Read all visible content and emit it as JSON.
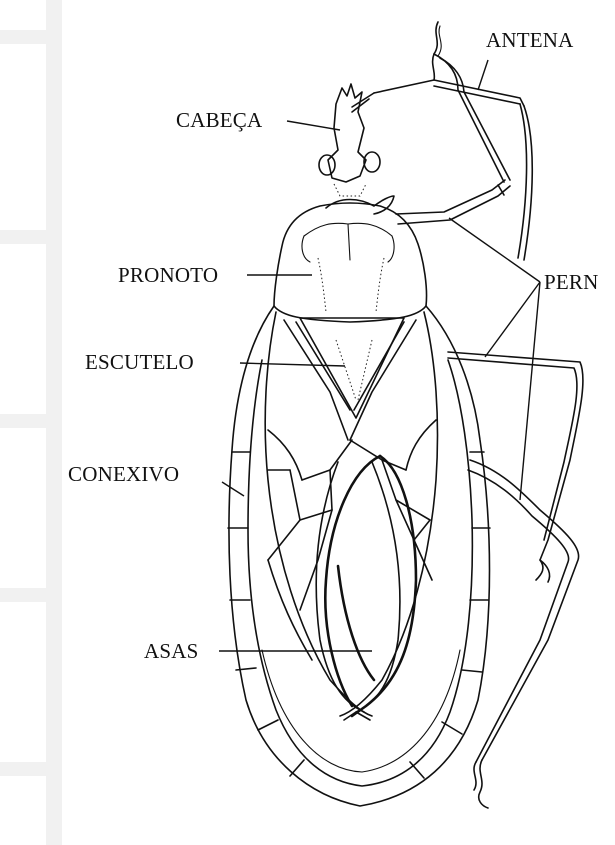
{
  "figure": {
    "labels": {
      "antena": "ANTENA",
      "cabeca": "CABEÇA",
      "pronoto": "PRONOTO",
      "pernas": "PERN",
      "escutelo": "ESCUTELO",
      "conexivo": "CONEXIVO",
      "asas": "ASAS"
    }
  },
  "colors": {
    "ink": "#111111",
    "paper": "#ffffff",
    "margin_grid": "#f1f1f1"
  }
}
